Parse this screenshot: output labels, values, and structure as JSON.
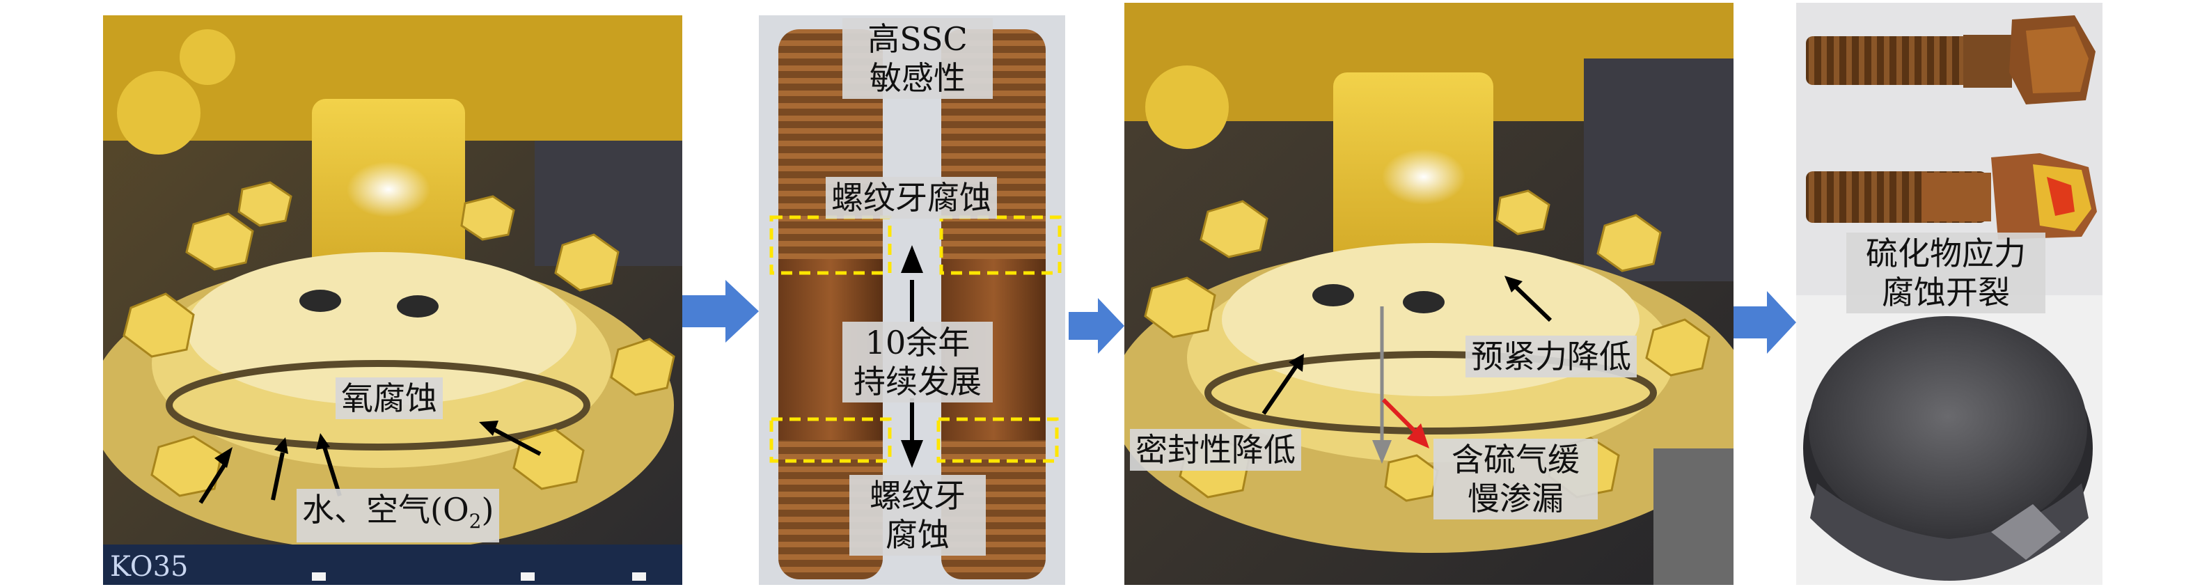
{
  "panel1": {
    "labels": {
      "oxygen_corrosion": "氧腐蚀",
      "water_air": "水、空气(O",
      "water_air_sub": "2",
      "water_air_close": ")"
    }
  },
  "panel2": {
    "labels": {
      "high_ssc_line1": "高SSC",
      "high_ssc_line2": "敏感性",
      "thread_corrosion_top": "螺纹牙腐蚀",
      "years_line1": "10余年",
      "years_line2": "持续发展",
      "thread_corrosion_bottom_line1": "螺纹牙",
      "thread_corrosion_bottom_line2": "腐蚀"
    }
  },
  "panel3": {
    "labels": {
      "preload_reduced": "预紧力降低",
      "sealing_reduced": "密封性降低",
      "leak_line1": "含硫气缓",
      "leak_line2": "慢渗漏"
    }
  },
  "panel4": {
    "labels": {
      "ssc_line1": "硫化物应力",
      "ssc_line2": "腐蚀开裂"
    }
  },
  "colors": {
    "flow_arrow": "#4a7fd4",
    "highlight_box": "#ffe600",
    "leak_arrow_red": "#e02020",
    "leak_arrow_gray": "#8a8a8a"
  }
}
